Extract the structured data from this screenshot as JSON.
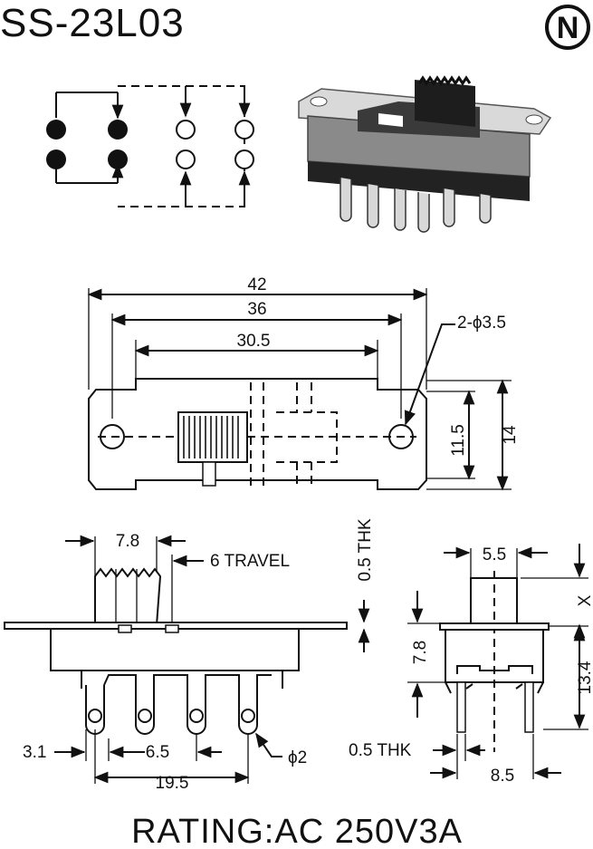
{
  "title": "SS-23L03",
  "logo_letter": "N",
  "rating": "RATING:AC 250V3A",
  "top_view": {
    "dim_overall": "42",
    "dim_holes": "36",
    "dim_inner": "30.5",
    "dim_hole_note": "2-ϕ3.5",
    "dim_height_inner": "11.5",
    "dim_height_outer": "14"
  },
  "side_view": {
    "dim_knob": "7.8",
    "dim_travel": "6 TRAVEL",
    "dim_thk": "0.5 THK",
    "dim_first_pin": "3.1",
    "dim_pitch": "6.5",
    "dim_pin_span": "19.5",
    "dim_pin_dia": "ϕ2"
  },
  "end_view": {
    "dim_knob_width": "5.5",
    "dim_knob_height": "X",
    "dim_body_height": "7.8",
    "dim_total_height": "13.4",
    "dim_plate_thk": "0.5 THK",
    "dim_body_width": "8.5"
  },
  "colors": {
    "ink": "#111111",
    "body_dark": "#3a3a3a",
    "body_mid": "#8a8a8a",
    "plate": "#d9d9d9"
  }
}
